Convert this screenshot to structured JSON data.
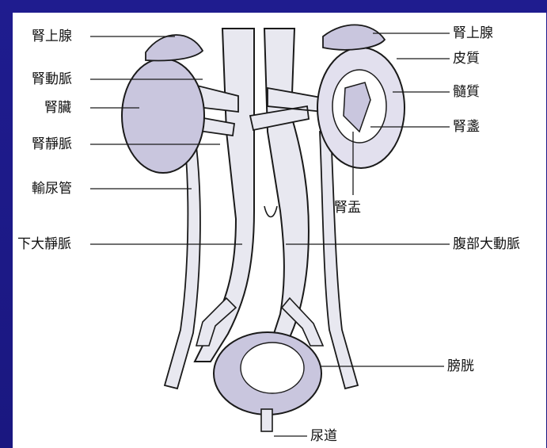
{
  "diagram": {
    "labels": {
      "adrenal_left": "腎上腺",
      "renal_artery": "腎動脈",
      "kidney": "腎臟",
      "renal_vein": "腎靜脈",
      "ureter": "輸尿管",
      "ivc": "下大靜脈",
      "adrenal_right": "腎上腺",
      "cortex": "皮質",
      "medulla": "髓質",
      "calyx": "腎盞",
      "pelvis": "腎盂",
      "aorta": "腹部大動脈",
      "bladder": "膀胱",
      "urethra": "尿道"
    },
    "colors": {
      "frame": "#1d1a8a",
      "organ_fill": "#c9c6de",
      "vessel_fill": "#e8e8f0",
      "ink": "#1a1a1a"
    }
  }
}
